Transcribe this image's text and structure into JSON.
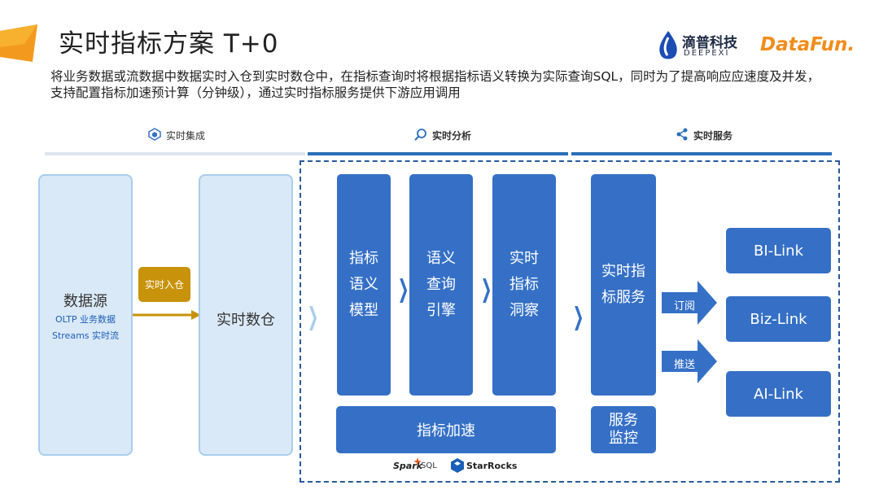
{
  "header": {
    "title": "实时指标方案 T+0",
    "subtitle": "将业务数据或流数据中数据实时入仓到实时数仓中，在指标查询时将根据指标语义转换为实际查询SQL，同时为了提高响应应速度及并发，支持配置指标加速预计算（分钟级），通过实时指标服务提供下游应用调用"
  },
  "logos": {
    "deepexi_cn": "滴普科技",
    "deepexi_en": "DEEPEXI",
    "datafun": "DataFun."
  },
  "phases": {
    "integration": "实时集成",
    "analysis": "实时分析",
    "service": "实时服务"
  },
  "colors": {
    "blue": "#3570c6",
    "light": "#dae9f7",
    "gold": "#c8920a",
    "gray_bar": "#dde5ef",
    "dark_bar": "#2a6fb8"
  },
  "source": {
    "title": "数据源",
    "line1": "OLTP 业务数据",
    "line2": "Streams 实时流"
  },
  "ingest_label": "实时入仓",
  "warehouse": "实时数仓",
  "analysis_boxes": {
    "semantic": [
      "指标",
      "语义",
      "模型"
    ],
    "engine": [
      "语义",
      "查询",
      "引擎"
    ],
    "insight": [
      "实时",
      "指标",
      "洞察"
    ],
    "acceleration": "指标加速"
  },
  "service": {
    "main": [
      "实时指",
      "标服务"
    ],
    "monitor": [
      "服务",
      "监控"
    ],
    "subscribe": "订阅",
    "push": "推送"
  },
  "links": [
    "BI-Link",
    "Biz-Link",
    "AI-Link"
  ],
  "tech": {
    "spark": "Spark",
    "sql": "SQL",
    "starrocks": "StarRocks"
  }
}
